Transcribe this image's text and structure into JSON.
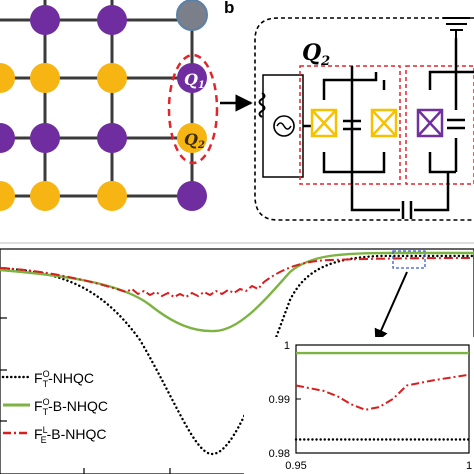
{
  "panel_b_letter": "b",
  "lattice": {
    "q1_label": "Q",
    "q1_sub": "1",
    "q2_label": "Q",
    "q2_sub": "2",
    "colors": {
      "purple": "#6f2da0",
      "yellow": "#f6b512",
      "grid": "#3b3b3b",
      "dashed_red": "#e3242b"
    }
  },
  "circuit": {
    "title_label": "Q",
    "title_sub": "2",
    "colors": {
      "junction_yellow": "#f6c100",
      "junction_purple": "#7030a0",
      "box_red": "#e3242b"
    }
  },
  "chart_data": {
    "type": "line",
    "legend": [
      {
        "main": "F",
        "sup": "O",
        "sub": "T",
        "suffix": "-NHQC",
        "style": "dotted",
        "color": "#000000"
      },
      {
        "main": "F",
        "sup": "O",
        "sub": "T",
        "suffix": "-B-NHQC",
        "style": "solid",
        "color": "#7cb342"
      },
      {
        "main": "F",
        "sup": "L",
        "sub": "E",
        "suffix": "-B-NHQC",
        "style": "dashdot",
        "color": "#d81e1e"
      }
    ],
    "inset": {
      "xlim": [
        0.95,
        1
      ],
      "ylim": [
        0.98,
        1
      ],
      "xtick_labels": [
        "0.95",
        "1"
      ],
      "ytick_labels": [
        "1",
        "0.99",
        "0.98"
      ],
      "series": [
        {
          "name": "dotted",
          "y_const": 0.9825
        },
        {
          "name": "green",
          "y_const": 0.9985
        },
        {
          "name": "red",
          "x": [
            0.95,
            0.958,
            0.962,
            0.966,
            0.97,
            0.974,
            0.978,
            0.982,
            0.986,
            0.99,
            0.995,
            1.0
          ],
          "y": [
            0.9925,
            0.9915,
            0.9905,
            0.989,
            0.988,
            0.9885,
            0.99,
            0.9925,
            0.993,
            0.9935,
            0.994,
            0.9945
          ]
        }
      ]
    }
  }
}
